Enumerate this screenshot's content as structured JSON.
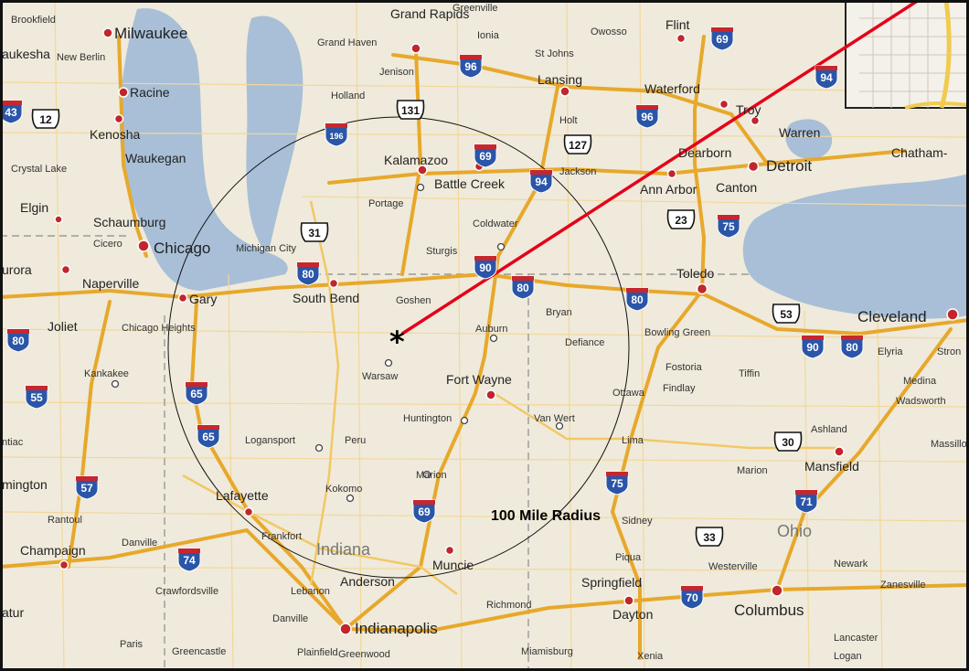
{
  "map": {
    "radius_label": "100 Mile Radius",
    "marker_symbol": "*",
    "colors": {
      "water": "#a8bfd7",
      "land": "#efeadb",
      "highway": "#e7a82b",
      "pointer_line": "#e5001a",
      "radius_circle": "#111111"
    }
  },
  "cities": [
    {
      "key": "brookfield",
      "name": "Brookfield"
    },
    {
      "key": "milwaukee",
      "name": "Milwaukee"
    },
    {
      "key": "waukesha",
      "name": "aukesha"
    },
    {
      "key": "newberlin",
      "name": "New Berlin"
    },
    {
      "key": "racine",
      "name": "Racine"
    },
    {
      "key": "kenosha",
      "name": "Kenosha"
    },
    {
      "key": "waukegan",
      "name": "Waukegan"
    },
    {
      "key": "crystallake",
      "name": "Crystal Lake"
    },
    {
      "key": "elgin",
      "name": "Elgin"
    },
    {
      "key": "schaumburg",
      "name": "Schaumburg"
    },
    {
      "key": "cicero",
      "name": "Cicero"
    },
    {
      "key": "chicago",
      "name": "Chicago"
    },
    {
      "key": "aurora",
      "name": "urora"
    },
    {
      "key": "naperville",
      "name": "Naperville"
    },
    {
      "key": "joliet",
      "name": "Joliet"
    },
    {
      "key": "chicagoheights",
      "name": "Chicago Heights"
    },
    {
      "key": "kankakee",
      "name": "Kankakee"
    },
    {
      "key": "gary",
      "name": "Gary"
    },
    {
      "key": "michigancity",
      "name": "Michigan City"
    },
    {
      "key": "southbend",
      "name": "South Bend"
    },
    {
      "key": "goshen",
      "name": "Goshen"
    },
    {
      "key": "grandrapids",
      "name": "Grand Rapids"
    },
    {
      "key": "grandhaven",
      "name": "Grand Haven"
    },
    {
      "key": "jenison",
      "name": "Jenison"
    },
    {
      "key": "holland",
      "name": "Holland"
    },
    {
      "key": "ionia",
      "name": "Ionia"
    },
    {
      "key": "greenville",
      "name": "Greenville"
    },
    {
      "key": "owosso",
      "name": "Owosso"
    },
    {
      "key": "flint",
      "name": "Flint"
    },
    {
      "key": "stjohns",
      "name": "St Johns"
    },
    {
      "key": "lansing",
      "name": "Lansing"
    },
    {
      "key": "holt",
      "name": "Holt"
    },
    {
      "key": "waterford",
      "name": "Waterford"
    },
    {
      "key": "troy",
      "name": "Troy"
    },
    {
      "key": "warren",
      "name": "Warren"
    },
    {
      "key": "dearborn",
      "name": "Dearborn"
    },
    {
      "key": "detroit",
      "name": "Detroit"
    },
    {
      "key": "chatham",
      "name": "Chatham-"
    },
    {
      "key": "annarbor",
      "name": "Ann Arbor"
    },
    {
      "key": "canton",
      "name": "Canton"
    },
    {
      "key": "kalamazoo",
      "name": "Kalamazoo"
    },
    {
      "key": "battlecreek",
      "name": "Battle Creek"
    },
    {
      "key": "jackson",
      "name": "Jackson"
    },
    {
      "key": "portage",
      "name": "Portage"
    },
    {
      "key": "coldwater",
      "name": "Coldwater"
    },
    {
      "key": "sturgis",
      "name": "Sturgis"
    },
    {
      "key": "toledo",
      "name": "Toledo"
    },
    {
      "key": "bryan",
      "name": "Bryan"
    },
    {
      "key": "auburn",
      "name": "Auburn"
    },
    {
      "key": "defiance",
      "name": "Defiance"
    },
    {
      "key": "bowlinggreen",
      "name": "Bowling Green"
    },
    {
      "key": "fostoria",
      "name": "Fostoria"
    },
    {
      "key": "tiffin",
      "name": "Tiffin"
    },
    {
      "key": "findlay",
      "name": "Findlay"
    },
    {
      "key": "ottawa",
      "name": "Ottawa"
    },
    {
      "key": "cleveland",
      "name": "Cleveland"
    },
    {
      "key": "elyria",
      "name": "Elyria"
    },
    {
      "key": "stron",
      "name": "Stron"
    },
    {
      "key": "medina",
      "name": "Medina"
    },
    {
      "key": "wadsworth",
      "name": "Wadsworth"
    },
    {
      "key": "warsaw",
      "name": "Warsaw"
    },
    {
      "key": "fortwayne",
      "name": "Fort Wayne"
    },
    {
      "key": "huntington",
      "name": "Huntington"
    },
    {
      "key": "vanwert",
      "name": "Van Wert"
    },
    {
      "key": "lima",
      "name": "Lima"
    },
    {
      "key": "ashland",
      "name": "Ashland"
    },
    {
      "key": "massillon",
      "name": "Massillo"
    },
    {
      "key": "mansfield",
      "name": "Mansfield"
    },
    {
      "key": "marionoh",
      "name": "Marion"
    },
    {
      "key": "logansport",
      "name": "Logansport"
    },
    {
      "key": "peru",
      "name": "Peru"
    },
    {
      "key": "pontiac",
      "name": "ntiac"
    },
    {
      "key": "bloomington",
      "name": "mington"
    },
    {
      "key": "kokomo",
      "name": "Kokomo"
    },
    {
      "key": "marionin",
      "name": "Marion"
    },
    {
      "key": "lafayette",
      "name": "Lafayette"
    },
    {
      "key": "rantoul",
      "name": "Rantoul"
    },
    {
      "key": "frankfort",
      "name": "Frankfort"
    },
    {
      "key": "indiana",
      "name": "Indiana"
    },
    {
      "key": "muncie",
      "name": "Muncie"
    },
    {
      "key": "sidney",
      "name": "Sidney"
    },
    {
      "key": "ohio",
      "name": "Ohio"
    },
    {
      "key": "champaign",
      "name": "Champaign"
    },
    {
      "key": "danville",
      "name": "Danville"
    },
    {
      "key": "crawfordsville",
      "name": "Crawfordsville"
    },
    {
      "key": "lebanon",
      "name": "Lebanon"
    },
    {
      "key": "anderson",
      "name": "Anderson"
    },
    {
      "key": "piqua",
      "name": "Piqua"
    },
    {
      "key": "westerville",
      "name": "Westerville"
    },
    {
      "key": "newark",
      "name": "Newark"
    },
    {
      "key": "springfield",
      "name": "Springfield"
    },
    {
      "key": "zanesville",
      "name": "Zanesville"
    },
    {
      "key": "decatur",
      "name": "atur"
    },
    {
      "key": "danvillein",
      "name": "Danville"
    },
    {
      "key": "indianapolis",
      "name": "Indianapolis"
    },
    {
      "key": "richmond",
      "name": "Richmond"
    },
    {
      "key": "dayton",
      "name": "Dayton"
    },
    {
      "key": "columbus",
      "name": "Columbus"
    },
    {
      "key": "paris",
      "name": "Paris"
    },
    {
      "key": "greencastle",
      "name": "Greencastle"
    },
    {
      "key": "plainfield",
      "name": "Plainfield"
    },
    {
      "key": "greenwood",
      "name": "Greenwood"
    },
    {
      "key": "miamisburg",
      "name": "Miamisburg"
    },
    {
      "key": "xenia",
      "name": "Xenia"
    },
    {
      "key": "lancaster",
      "name": "Lancaster"
    },
    {
      "key": "logan",
      "name": "Logan"
    }
  ],
  "shields": [
    {
      "key": "i96a",
      "type": "interstate",
      "number": "96"
    },
    {
      "key": "i96b",
      "type": "interstate",
      "number": "96"
    },
    {
      "key": "i69a",
      "type": "interstate",
      "number": "69"
    },
    {
      "key": "i94a",
      "type": "interstate",
      "number": "94"
    },
    {
      "key": "i43",
      "type": "interstate",
      "number": "43"
    },
    {
      "key": "us12",
      "type": "us",
      "number": "12"
    },
    {
      "key": "us131",
      "type": "us",
      "number": "131"
    },
    {
      "key": "i196",
      "type": "interstate",
      "number": "196"
    },
    {
      "key": "us127",
      "type": "us",
      "number": "127"
    },
    {
      "key": "i69b",
      "type": "interstate",
      "number": "69"
    },
    {
      "key": "i94b",
      "type": "interstate",
      "number": "94"
    },
    {
      "key": "us31",
      "type": "us",
      "number": "31"
    },
    {
      "key": "us23",
      "type": "us",
      "number": "23"
    },
    {
      "key": "i75a",
      "type": "interstate",
      "number": "75"
    },
    {
      "key": "i80a",
      "type": "interstate",
      "number": "80"
    },
    {
      "key": "i90a",
      "type": "interstate",
      "number": "90"
    },
    {
      "key": "i80b",
      "type": "interstate",
      "number": "80"
    },
    {
      "key": "i80c",
      "type": "interstate",
      "number": "80"
    },
    {
      "key": "us53",
      "type": "us",
      "number": "53"
    },
    {
      "key": "i80d",
      "type": "interstate",
      "number": "80"
    },
    {
      "key": "i90b",
      "type": "interstate",
      "number": "90"
    },
    {
      "key": "i80e",
      "type": "interstate",
      "number": "80"
    },
    {
      "key": "i55",
      "type": "interstate",
      "number": "55"
    },
    {
      "key": "i65a",
      "type": "interstate",
      "number": "65"
    },
    {
      "key": "i65b",
      "type": "interstate",
      "number": "65"
    },
    {
      "key": "us30",
      "type": "us",
      "number": "30"
    },
    {
      "key": "i57",
      "type": "interstate",
      "number": "57"
    },
    {
      "key": "i75b",
      "type": "interstate",
      "number": "75"
    },
    {
      "key": "i69c",
      "type": "interstate",
      "number": "69"
    },
    {
      "key": "i71",
      "type": "interstate",
      "number": "71"
    },
    {
      "key": "us33",
      "type": "us",
      "number": "33"
    },
    {
      "key": "i74",
      "type": "interstate",
      "number": "74"
    },
    {
      "key": "i70",
      "type": "interstate",
      "number": "70"
    }
  ]
}
